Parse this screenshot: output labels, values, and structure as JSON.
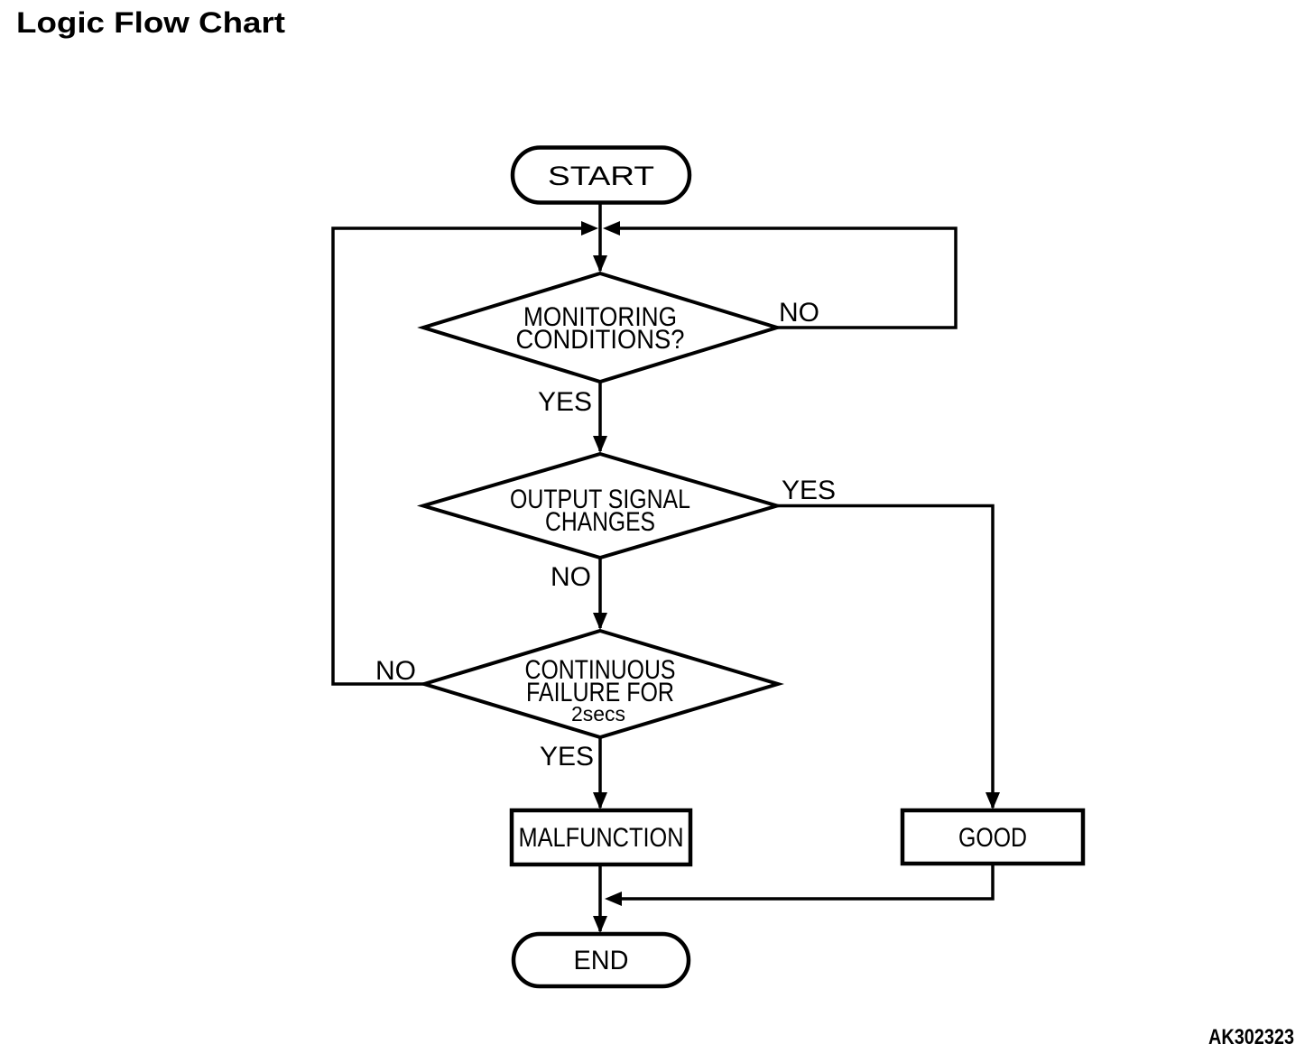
{
  "title": "Logic Flow Chart",
  "figure_code": "AK302323",
  "colors": {
    "ink": "#000000",
    "background": "#ffffff"
  },
  "nodes": {
    "start": {
      "shape": "terminator",
      "label": "START"
    },
    "monitoring_conditions": {
      "shape": "decision",
      "label_lines": [
        "MONITORING",
        "CONDITIONS?"
      ]
    },
    "output_signal_changes": {
      "shape": "decision",
      "label_lines": [
        "OUTPUT SIGNAL",
        "CHANGES"
      ]
    },
    "continuous_failure": {
      "shape": "decision",
      "label_lines": [
        "CONTINUOUS",
        "FAILURE FOR"
      ],
      "label_small": "2secs"
    },
    "malfunction": {
      "shape": "process",
      "label": "MALFUNCTION"
    },
    "good": {
      "shape": "process",
      "label": "GOOD"
    },
    "end": {
      "shape": "terminator",
      "label": "END"
    }
  },
  "edges": {
    "monitoring_no": {
      "from": "monitoring_conditions",
      "to": "loop_return",
      "label": "NO"
    },
    "monitoring_yes": {
      "from": "monitoring_conditions",
      "to": "output_signal_changes",
      "label": "YES"
    },
    "output_yes": {
      "from": "output_signal_changes",
      "to": "good",
      "label": "YES"
    },
    "output_no": {
      "from": "output_signal_changes",
      "to": "continuous_failure",
      "label": "NO"
    },
    "continuous_no": {
      "from": "continuous_failure",
      "to": "loop_return",
      "label": "NO"
    },
    "continuous_yes": {
      "from": "continuous_failure",
      "to": "malfunction",
      "label": "YES"
    }
  }
}
